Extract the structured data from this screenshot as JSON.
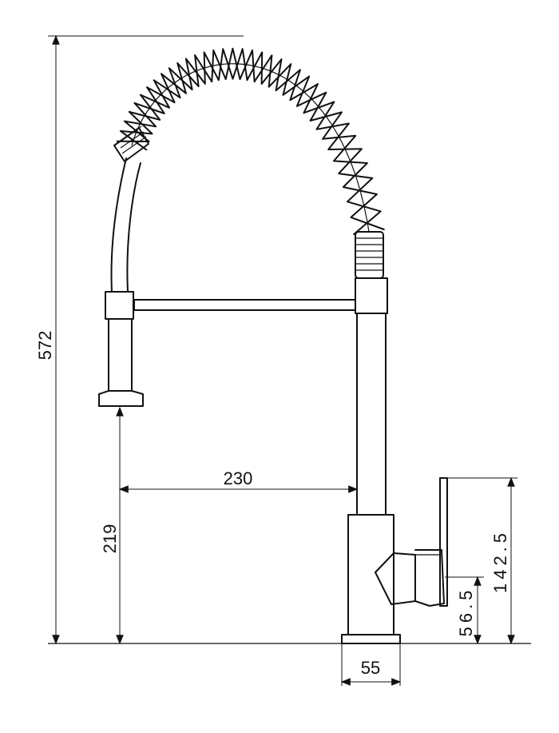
{
  "dimensions": {
    "total_height": "572",
    "spout_reach": "230",
    "spray_head_height": "219",
    "base_width": "55",
    "handle_height": "142.5",
    "handle_axis_height": "56.5"
  }
}
